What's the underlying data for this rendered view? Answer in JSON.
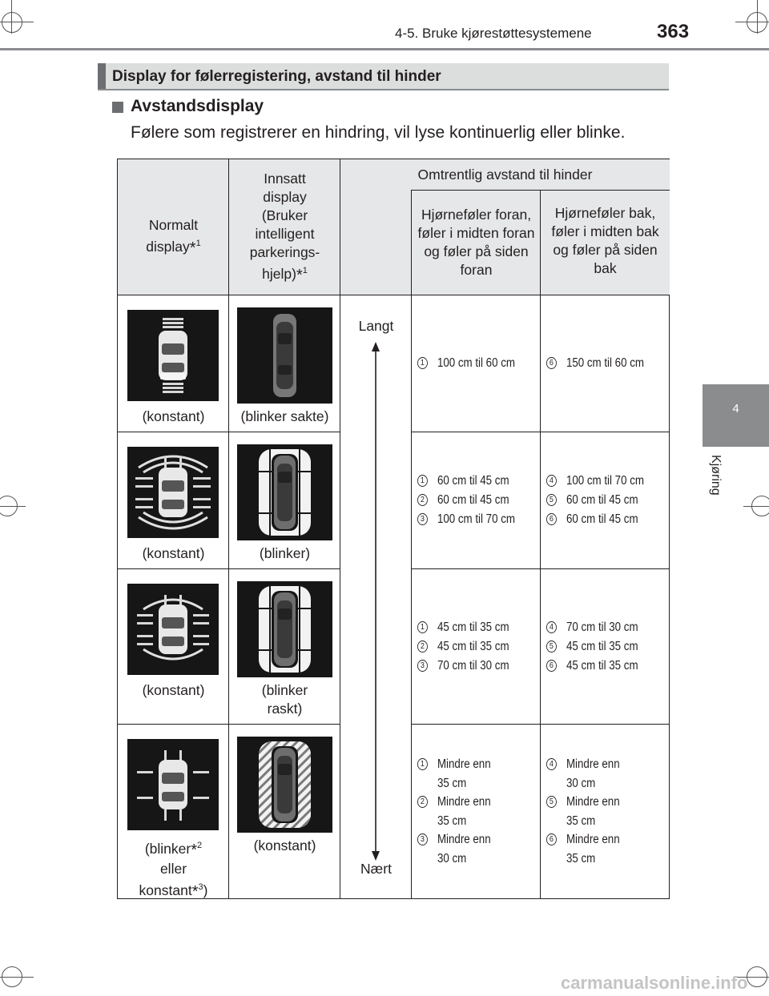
{
  "header": {
    "section_title": "4-5. Bruke kjørestøttesystemene",
    "page_number": "363"
  },
  "side_tab": {
    "number": "4",
    "label": "Kjøring"
  },
  "banner": {
    "title": "Display for følerregistering, avstand til hinder"
  },
  "subheading": "Avstandsdisplay",
  "body_text": "Følere som registrerer en hindring, vil lyse kontinuerlig eller blinke.",
  "table": {
    "headers": {
      "normal_display": "Normalt display",
      "normal_display_note": "1",
      "inset_display": "Innsatt display (Bruker intelligent parkerings-hjelp)",
      "inset_display_note": "1",
      "distance": "Omtrentlig avstand til hinder",
      "front_sensors": "Hjørneføler foran, føler i midten foran og føler på siden foran",
      "rear_sensors": "Hjørneføler bak, føler i midten bak og  føler på siden bak"
    },
    "scale": {
      "far": "Langt",
      "near": "Nært"
    },
    "rows": [
      {
        "normal_caption": "(konstant)",
        "inset_caption": "(blinker sakte)",
        "front": [
          {
            "num": "1",
            "text": "100 cm til 60 cm"
          }
        ],
        "rear": [
          {
            "num": "6",
            "text": "150 cm til 60 cm"
          }
        ]
      },
      {
        "normal_caption": "(konstant)",
        "inset_caption": "(blinker)",
        "front": [
          {
            "num": "1",
            "text": "60 cm til 45 cm"
          },
          {
            "num": "2",
            "text": "60 cm til 45 cm"
          },
          {
            "num": "3",
            "text": "100 cm til 70 cm"
          }
        ],
        "rear": [
          {
            "num": "4",
            "text": "100 cm til 70 cm"
          },
          {
            "num": "5",
            "text": "60 cm til 45 cm"
          },
          {
            "num": "6",
            "text": "60 cm til 45 cm"
          }
        ]
      },
      {
        "normal_caption": "(konstant)",
        "inset_caption": "(blinker raskt)",
        "front": [
          {
            "num": "1",
            "text": "45 cm til 35 cm"
          },
          {
            "num": "2",
            "text": "45 cm til 35 cm"
          },
          {
            "num": "3",
            "text": "70 cm til 30 cm"
          }
        ],
        "rear": [
          {
            "num": "4",
            "text": "70 cm til 30 cm"
          },
          {
            "num": "5",
            "text": "45 cm til 35 cm"
          },
          {
            "num": "6",
            "text": "45 cm til 35 cm"
          }
        ]
      },
      {
        "normal_caption_a": "(blinker",
        "normal_caption_a_note": "2",
        "normal_caption_b": "eller",
        "normal_caption_c": "konstant",
        "normal_caption_c_note": "3",
        "inset_caption": "(konstant)",
        "front": [
          {
            "num": "1",
            "text": "Mindre enn",
            "text2": "35 cm"
          },
          {
            "num": "2",
            "text": "Mindre enn",
            "text2": "35 cm"
          },
          {
            "num": "3",
            "text": "Mindre enn",
            "text2": "30 cm"
          }
        ],
        "rear": [
          {
            "num": "4",
            "text": "Mindre enn",
            "text2": "30 cm"
          },
          {
            "num": "5",
            "text": "Mindre enn",
            "text2": "35 cm"
          },
          {
            "num": "6",
            "text": "Mindre enn",
            "text2": "35 cm"
          }
        ]
      }
    ]
  },
  "footer": {
    "watermark": "carmanualsonline.info"
  },
  "colors": {
    "gray_bar": "#8a8c8e",
    "header_fill": "#e6e7e8",
    "banner_fill": "#dcdddd",
    "tile_bg": "#161616"
  }
}
